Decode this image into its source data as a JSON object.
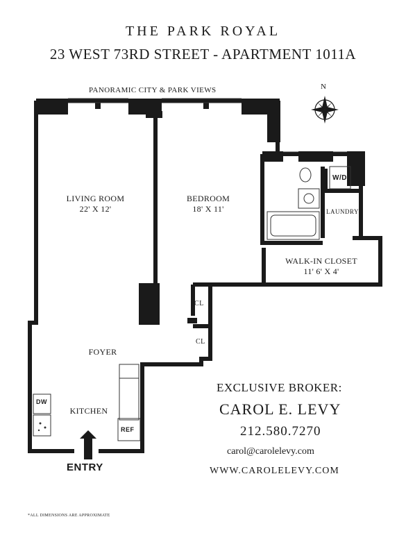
{
  "header": {
    "building": "THE PARK ROYAL",
    "address": "23 WEST 73RD STREET - APARTMENT 1011A"
  },
  "plan": {
    "views_label": "PANORAMIC CITY & PARK VIEWS",
    "compass_label": "N",
    "rooms": {
      "living_room": "LIVING ROOM",
      "living_room_size": "22' X 12'",
      "bedroom": "BEDROOM",
      "bedroom_size": "18' X 11'",
      "walk_in_closet": "WALK-IN CLOSET",
      "walk_in_closet_size": "11' 6' X 4'",
      "laundry": "LAUNDRY",
      "foyer": "FOYER",
      "kitchen": "KITCHEN"
    },
    "fixtures": {
      "washer_dryer": "W/D",
      "closet_1": "CL",
      "closet_2": "CL",
      "dishwasher": "DW",
      "refrigerator": "REF"
    },
    "entry_label": "ENTRY"
  },
  "broker": {
    "heading": "EXCLUSIVE BROKER:",
    "name": "CAROL E. LEVY",
    "phone": "212.580.7270",
    "email": "carol@carolelevy.com",
    "website": "WWW.CAROLELEVY.COM"
  },
  "disclaimer": "*ALL DIMENSIONS ARE APPROXIMATE"
}
